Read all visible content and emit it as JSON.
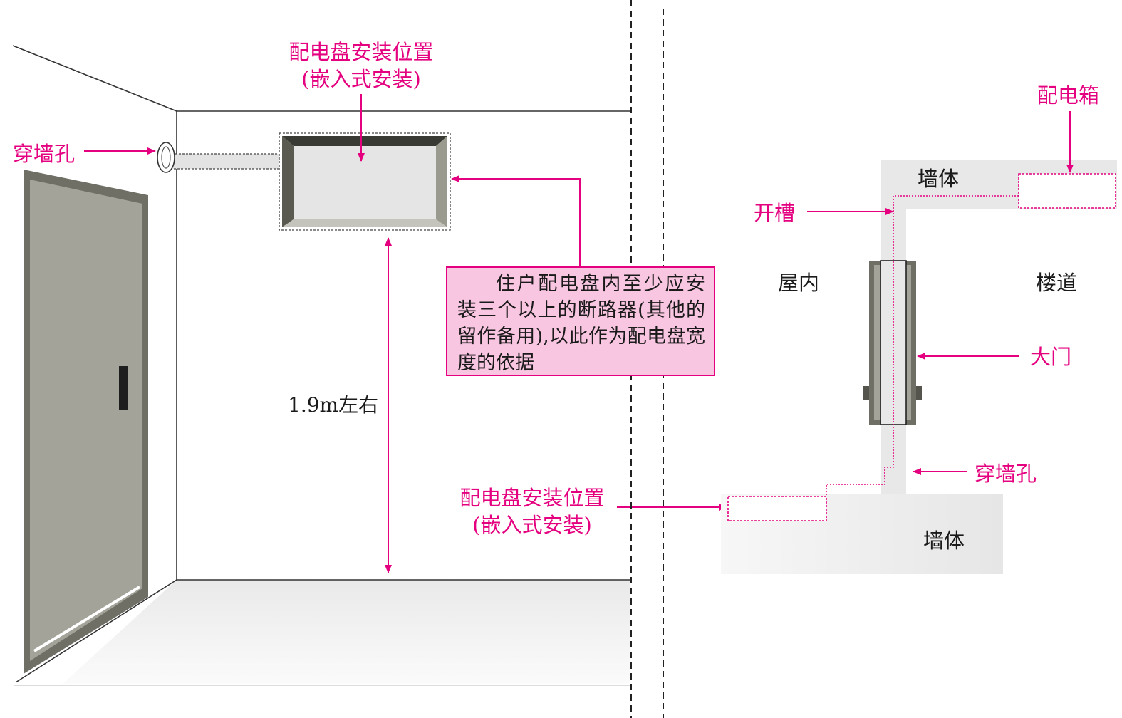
{
  "colors": {
    "accent": "#e4007f",
    "note_fill": "#f9c6e1",
    "wall_gray": "#e8e8e8",
    "door_gray": "#a3a39a",
    "frame_dark": "#6f6f66"
  },
  "left_view": {
    "panel_position_label": "配电盘安装位置",
    "panel_position_sub": "(嵌入式安装)",
    "wall_hole_label": "穿墙孔",
    "height_label": "1.9m左右",
    "note_text": "住户配电盘内至少应安装三个以上的断路器(其他的留作备用),以此作为配电盘宽度的依据"
  },
  "right_view": {
    "distribution_box_label": "配电箱",
    "wall_top_label": "墙体",
    "groove_label": "开槽",
    "indoor_label": "屋内",
    "corridor_label": "楼道",
    "door_label": "大门",
    "wall_hole_label": "穿墙孔",
    "panel_position_label": "配电盘安装位置",
    "panel_position_sub": "(嵌入式安装)",
    "wall_bottom_label": "墙体"
  }
}
